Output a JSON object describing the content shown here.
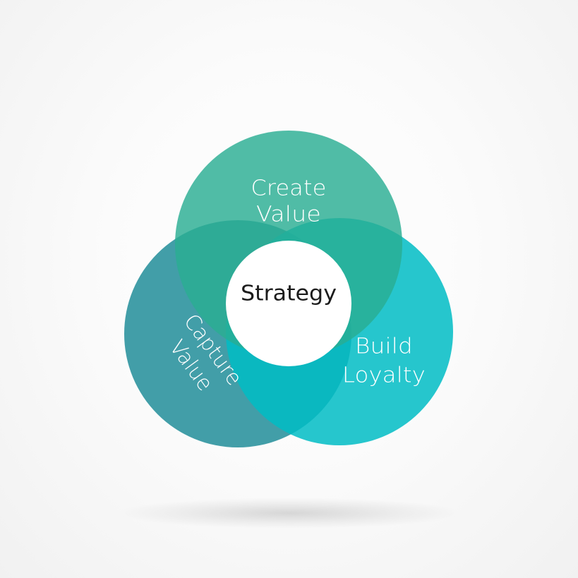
{
  "diagram": {
    "center": {
      "label": "Strategy"
    },
    "circles": [
      {
        "id": "create",
        "lines": [
          "Create",
          "Value"
        ],
        "color": "#2aad93"
      },
      {
        "id": "loyalty",
        "lines": [
          "Build",
          "Loyalty"
        ],
        "color": "#00bcc4"
      },
      {
        "id": "capture",
        "lines": [
          "Capture",
          "Value"
        ],
        "color": "#2d949f"
      }
    ],
    "colors": {
      "background": "#f7f7f7",
      "center_fill": "#ffffff",
      "text_light": "#ffffff",
      "text_dark": "#1c1c1c"
    }
  }
}
